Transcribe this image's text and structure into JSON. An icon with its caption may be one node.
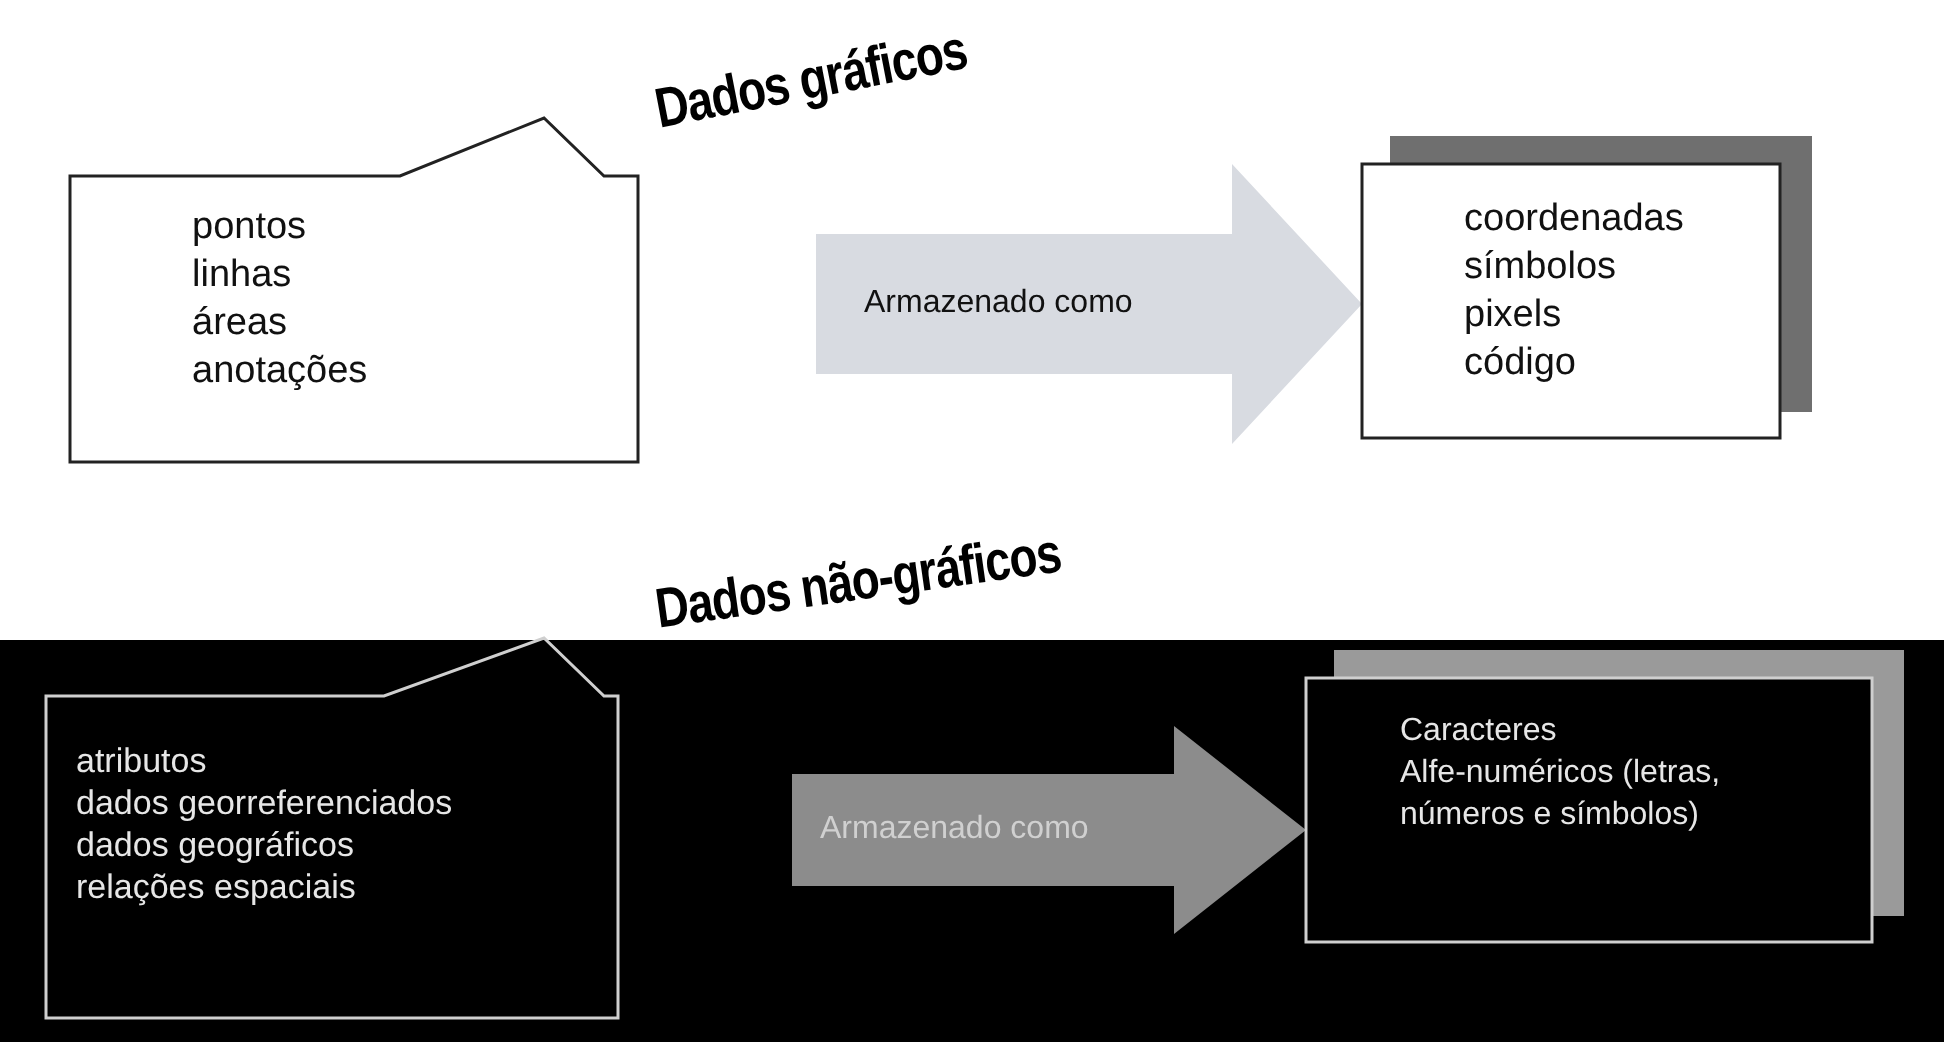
{
  "diagram": {
    "nodes": [
      {
        "text": [
          "pontos",
          "linhas",
          "áreas",
          "anotações"
        ],
        "beside": [
          "Dados gráficos"
        ]
      },
      {
        "text": [
          "coordenadas",
          "símbolos",
          "pixels",
          "código"
        ]
      },
      {
        "text": [
          "atributos",
          "dados georreferenciados",
          "dados geográficos",
          "relações espaciais"
        ],
        "beside": [
          "Dados não-gráficos"
        ]
      },
      {
        "text": [
          "Caracteres Alfe-numéricos (letras, números e símbolos)"
        ]
      }
    ],
    "edges": [
      {
        "from": 0,
        "to": 1,
        "arrow": "to",
        "label": "Armazenado como"
      },
      {
        "from": 2,
        "to": 3,
        "arrow": "to",
        "label": "Armazenado como"
      }
    ]
  }
}
